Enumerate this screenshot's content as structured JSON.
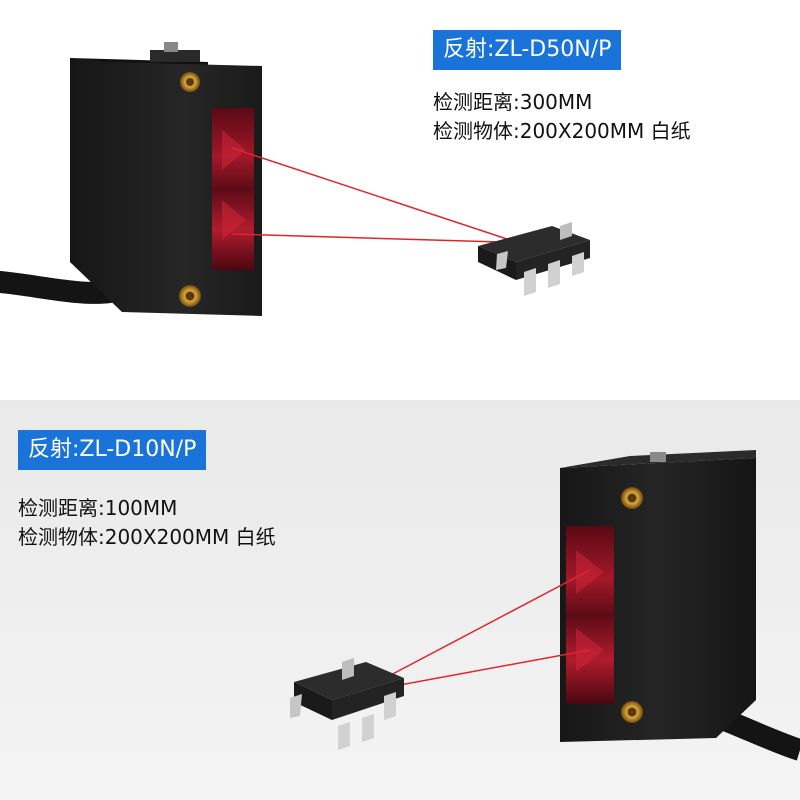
{
  "sections": [
    {
      "model_label": "反射:ZL-D50N/P",
      "distance_line": "检测距离:300MM",
      "object_line": "检测物体:200X200MM 白纸"
    },
    {
      "model_label": "反射:ZL-D10N/P",
      "distance_line": "检测距离:100MM",
      "object_line": "检测物体:200X200MM 白纸"
    }
  ],
  "colors": {
    "badge_background": "#1a73d9",
    "badge_text": "#ffffff",
    "beam_line": "#e0262b",
    "sensor_body": "#1f1f1f",
    "lens_red": "#8a0f1c"
  }
}
